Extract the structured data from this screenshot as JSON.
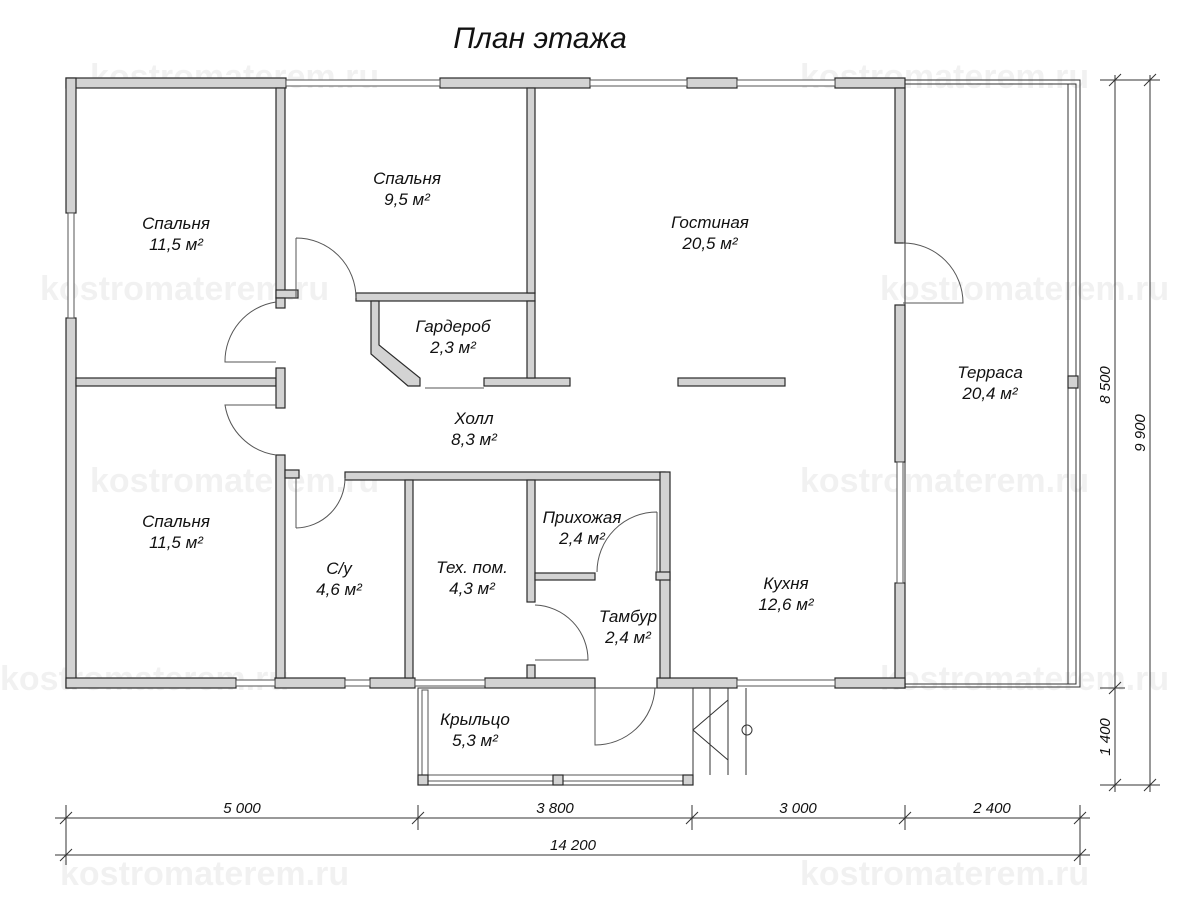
{
  "title": "План этажа",
  "watermark": "kostromaterem.ru",
  "rooms": [
    {
      "name": "Спальня",
      "area": "11,5 м²"
    },
    {
      "name": "Спальня",
      "area": "9,5 м²"
    },
    {
      "name": "Гостиная",
      "area": "20,5 м²"
    },
    {
      "name": "Гардероб",
      "area": "2,3 м²"
    },
    {
      "name": "Терраса",
      "area": "20,4 м²"
    },
    {
      "name": "Холл",
      "area": "8,3 м²"
    },
    {
      "name": "Спальня",
      "area": "11,5 м²"
    },
    {
      "name": "С/у",
      "area": "4,6 м²"
    },
    {
      "name": "Тех. пом.",
      "area": "4,3 м²"
    },
    {
      "name": "Прихожая",
      "area": "2,4 м²"
    },
    {
      "name": "Тамбур",
      "area": "2,4 м²"
    },
    {
      "name": "Кухня",
      "area": "12,6 м²"
    },
    {
      "name": "Крыльцо",
      "area": "5,3 м²"
    }
  ],
  "dimensions": {
    "bottom": [
      "5 000",
      "3 800",
      "3 000",
      "2 400"
    ],
    "total": "14 200",
    "right": [
      "8 500",
      "1 400"
    ],
    "right_total": "9 900"
  }
}
